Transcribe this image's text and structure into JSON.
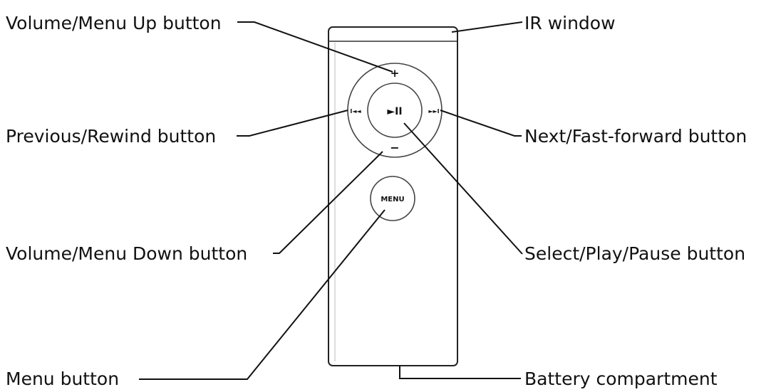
{
  "remote": {
    "plus_symbol": "+",
    "minus_symbol": "−",
    "play_pause_symbol": "►II",
    "previous_symbol": "I◄◄",
    "next_symbol": "►►I",
    "menu_label": "MENU"
  },
  "callouts": {
    "volume_up": "Volume/Menu Up button",
    "previous": "Previous/Rewind button",
    "volume_down": "Volume/Menu Down button",
    "menu": "Menu button",
    "ir_window": "IR window",
    "next": "Next/Fast-forward button",
    "select": "Select/Play/Pause button",
    "battery": "Battery compartment"
  }
}
